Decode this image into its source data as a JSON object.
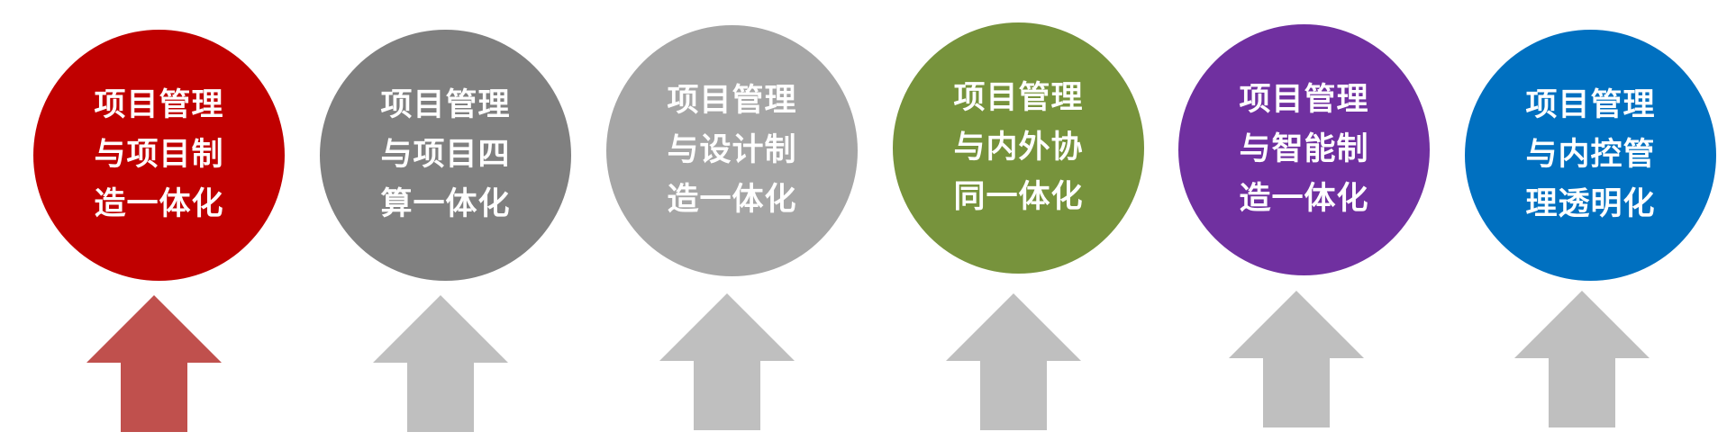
{
  "items": [
    {
      "lines": [
        "项目管理",
        "与项目制",
        "造一体化"
      ],
      "color": "#C00000",
      "arrow_color": "#C0504D",
      "highlighted": true
    },
    {
      "lines": [
        "项目管理",
        "与项目四",
        "算一体化"
      ],
      "color": "#808080",
      "arrow_color": "#BFBFBF",
      "highlighted": false
    },
    {
      "lines": [
        "项目管理",
        "与设计制",
        "造一体化"
      ],
      "color": "#A6A6A6",
      "arrow_color": "#BFBFBF",
      "highlighted": false
    },
    {
      "lines": [
        "项目管理",
        "与内外协",
        "同一体化"
      ],
      "color": "#77933C",
      "arrow_color": "#BFBFBF",
      "highlighted": false
    },
    {
      "lines": [
        "项目管理",
        "与智能制",
        "造一体化"
      ],
      "color": "#7030A0",
      "arrow_color": "#BFBFBF",
      "highlighted": false
    },
    {
      "lines": [
        "项目管理",
        "与内控管",
        "理透明化"
      ],
      "color": "#0070C0",
      "arrow_color": "#BFBFBF",
      "highlighted": false
    }
  ]
}
